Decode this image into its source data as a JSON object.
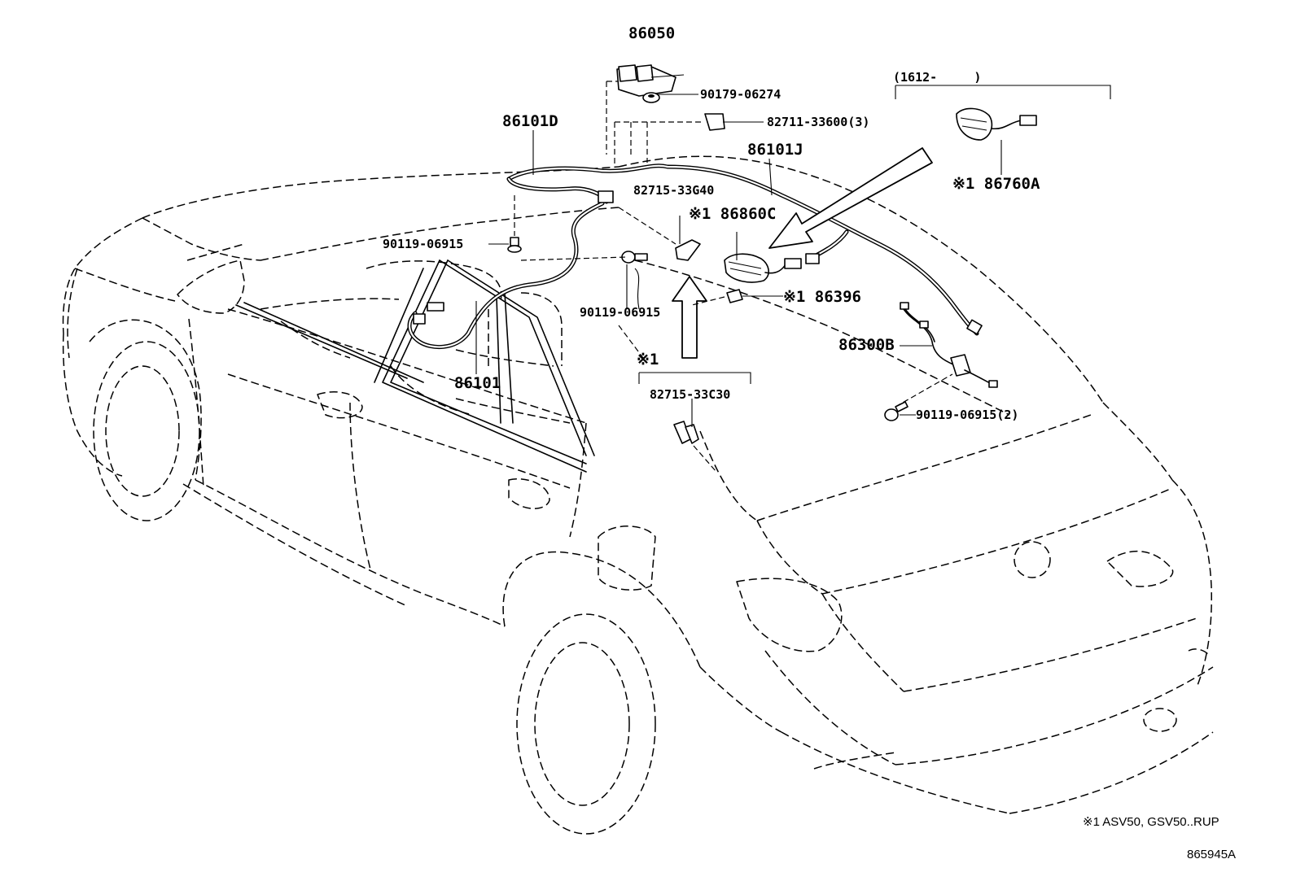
{
  "labels": {
    "p86050": "86050",
    "p90179": "90179-06274",
    "p82711": "82711-33600(3)",
    "p86101D": "86101D",
    "p86101J": "86101J",
    "p82715G": "82715-33G40",
    "p86860C": "※1 86860C",
    "p90119a": "90119-06915",
    "p90119b": "90119-06915",
    "p86396": "※1 86396",
    "p86101": "86101",
    "mark1": "※1",
    "p82715C": "82715-33C30",
    "p86300B": "86300B",
    "p90119c": "90119-06915(2)",
    "range": "(1612-     )",
    "p86760A": "※1 86760A"
  },
  "footnote": "※1 ASV50, GSV50..RUP",
  "diagram_id": "865945A"
}
